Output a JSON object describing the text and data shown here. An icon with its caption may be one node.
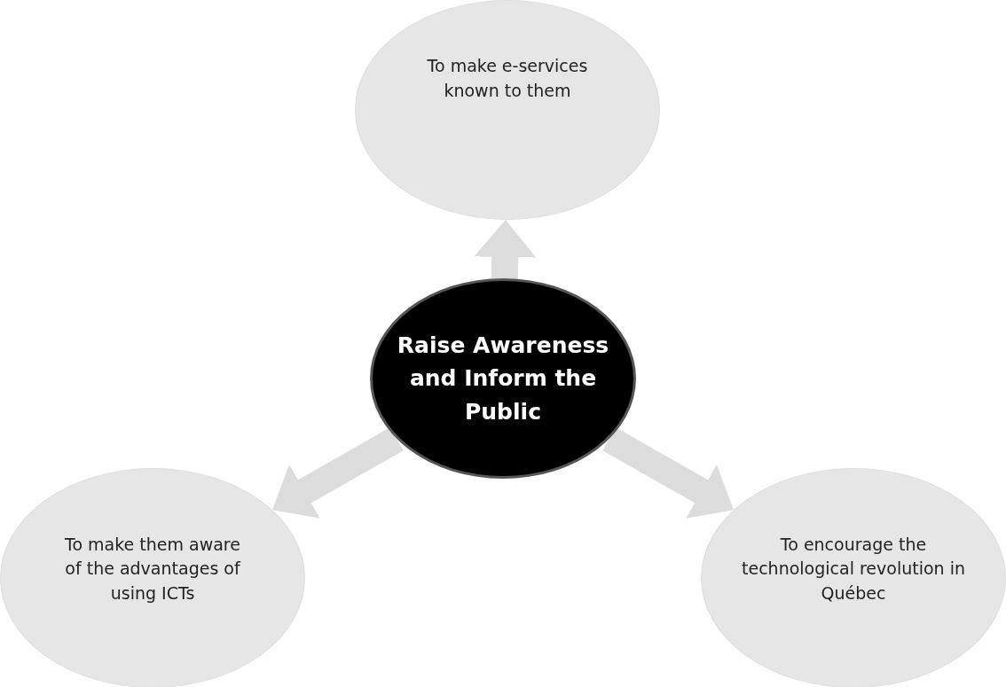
{
  "diagram": {
    "nodes": [
      {
        "text": [
          "Raise Awareness and Inform the Public"
        ]
      },
      {
        "text": [
          "To make e-services known to them"
        ]
      },
      {
        "text": [
          "To make them aware of the advantages of using ICTs"
        ]
      },
      {
        "text": [
          "To encourage the technological revolution in Québec"
        ]
      }
    ],
    "edges": [
      {
        "from": 0,
        "to": 1,
        "arrow": "to"
      },
      {
        "from": 0,
        "to": 2,
        "arrow": "to"
      },
      {
        "from": 0,
        "to": 3,
        "arrow": "to"
      }
    ]
  }
}
